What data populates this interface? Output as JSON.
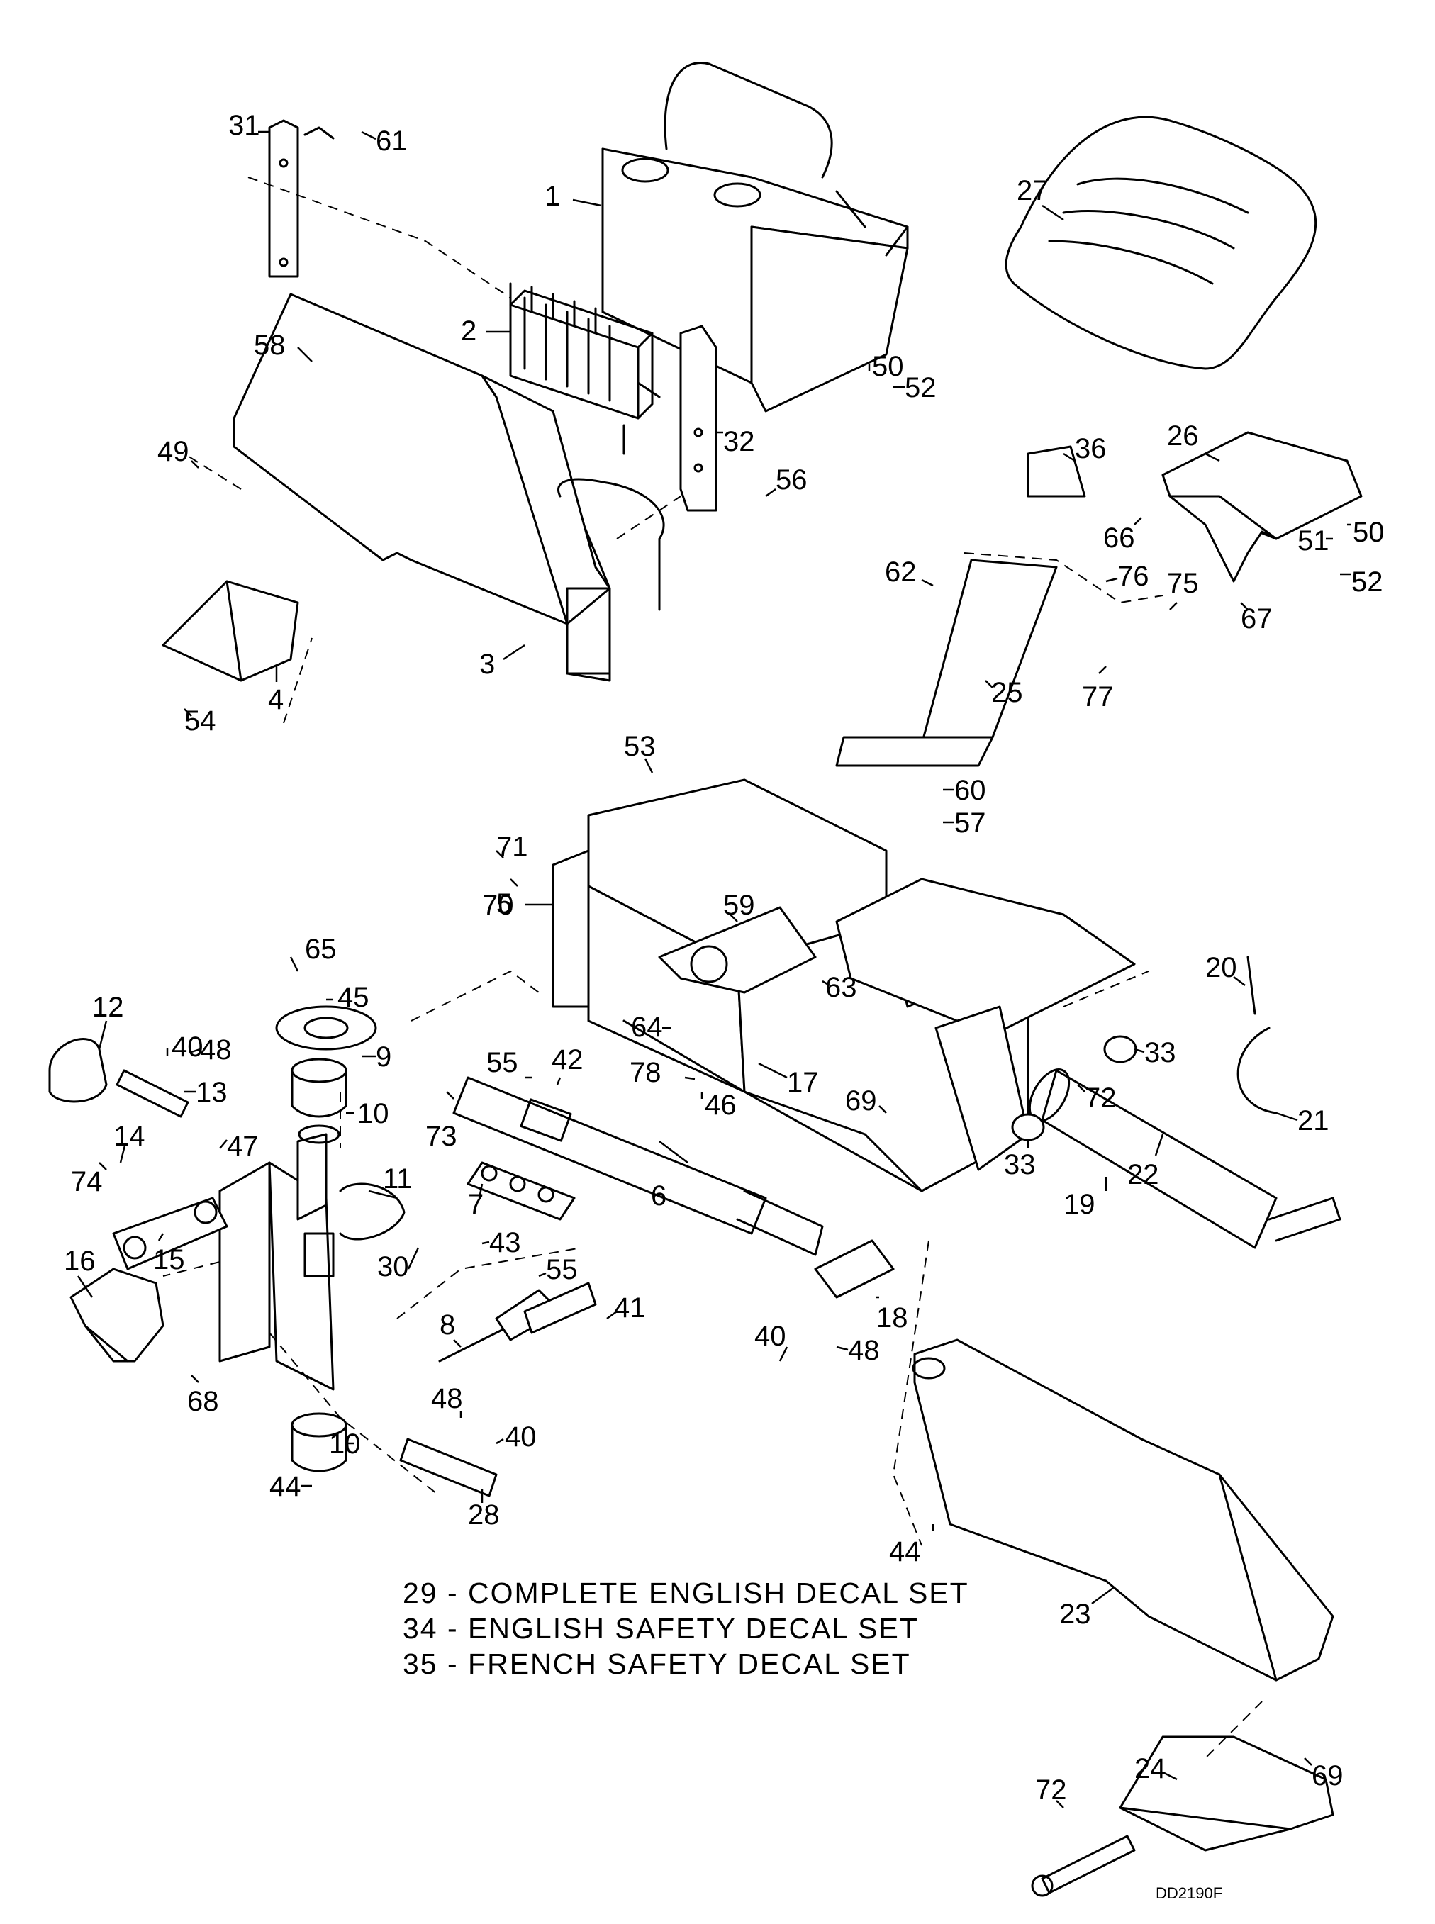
{
  "notes": [
    {
      "number": "29",
      "text": "COMPLETE ENGLISH DECAL SET"
    },
    {
      "number": "34",
      "text": "ENGLISH SAFETY DECAL SET"
    },
    {
      "number": "35",
      "text": "FRENCH SAFETY DECAL SET"
    }
  ],
  "drawing_code": "DD2190F",
  "callouts": [
    "1",
    "2",
    "3",
    "4",
    "5",
    "6",
    "7",
    "8",
    "9",
    "10",
    "10",
    "11",
    "12",
    "13",
    "14",
    "15",
    "16",
    "17",
    "18",
    "19",
    "20",
    "21",
    "22",
    "23",
    "24",
    "25",
    "26",
    "27",
    "28",
    "30",
    "31",
    "32",
    "33",
    "33",
    "36",
    "40",
    "40",
    "40",
    "41",
    "42",
    "43",
    "44",
    "44",
    "45",
    "46",
    "47",
    "48",
    "48",
    "48",
    "49",
    "50",
    "50",
    "51",
    "52",
    "52",
    "53",
    "54",
    "55",
    "55",
    "56",
    "57",
    "58",
    "59",
    "60",
    "61",
    "62",
    "63",
    "64",
    "65",
    "66",
    "67",
    "68",
    "69",
    "69",
    "70",
    "71",
    "72",
    "72",
    "73",
    "74",
    "75",
    "76",
    "77",
    "78"
  ]
}
